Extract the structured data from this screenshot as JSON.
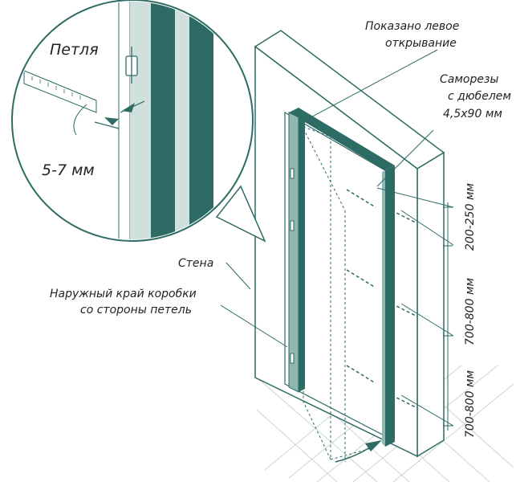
{
  "labels": {
    "hinge": "Петля",
    "gap": "5-7 мм",
    "shown_left": "Показано левое",
    "shown_left_2": "открывание",
    "screws_1": "Саморезы",
    "screws_2": "с дюбелем",
    "screws_3": "4,5х90 мм",
    "wall": "Стена",
    "frame_edge_1": "Наружный край коробки",
    "frame_edge_2": "со стороны петель",
    "dim_top": "200-250 мм",
    "dim_mid": "700-800 мм",
    "dim_bot": "700-800 мм"
  },
  "colors": {
    "teal": "#2e6b64",
    "teal_light": "#8fb8b2",
    "teal_pale": "#cfe0dd",
    "line": "#2e6b64",
    "grid": "#c9d6d3"
  }
}
